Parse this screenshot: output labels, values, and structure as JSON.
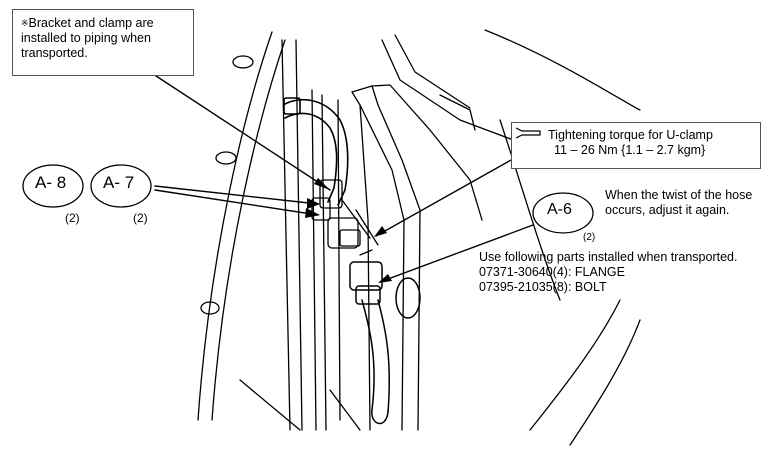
{
  "note_box": {
    "symbol": "※",
    "text": "Bracket and clamp are installed to piping when transported."
  },
  "torque_box": {
    "line1": "Tightening torque for U-clamp",
    "line2": "11 – 26 Nm {1.1 – 2.7 kgm}",
    "icon": "wrench-icon"
  },
  "callouts": [
    {
      "label": "A- 8",
      "qty": "(2)"
    },
    {
      "label": "A- 7",
      "qty": "(2)"
    },
    {
      "label": "A-6",
      "qty": "(2)"
    }
  ],
  "twist_note": "When the twist of the hose occurs, adjust it again.",
  "parts_note": {
    "heading": "Use following parts installed when transported.",
    "items": [
      "07371-30640(4): FLANGE",
      "07395-21035(8): BOLT"
    ]
  }
}
